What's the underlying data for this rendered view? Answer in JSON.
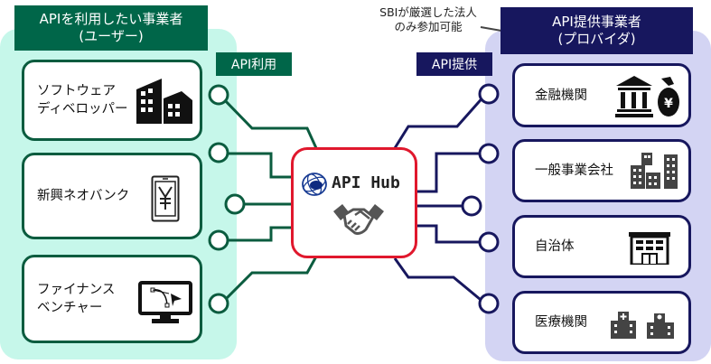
{
  "users_panel": {
    "header_line1": "APIを利用したい事業者",
    "header_line2": "(ユーザー)",
    "tag": "API利用",
    "items": [
      {
        "label_line1": "ソフトウェア",
        "label_line2": "ディベロッパー",
        "icon": "office-building-icon"
      },
      {
        "label_line1": "新興ネオバンク",
        "label_line2": "",
        "icon": "smartphone-yen-icon"
      },
      {
        "label_line1": "ファイナンス",
        "label_line2": "ベンチャー",
        "icon": "monitor-design-icon"
      }
    ]
  },
  "hub": {
    "title": "API Hub",
    "icon": "handshake-icon",
    "logo": "sbi-globe-logo"
  },
  "providers_panel": {
    "header_line1": "API提供事業者",
    "header_line2": "(プロバイダ)",
    "tag": "API提供",
    "note_line1": "SBIが厳選した法人",
    "note_line2": "のみ参加可能",
    "items": [
      {
        "label": "金融機関",
        "icon": "bank-moneybag-icon"
      },
      {
        "label": "一般事業会社",
        "icon": "company-buildings-icon"
      },
      {
        "label": "自治体",
        "icon": "city-hall-icon"
      },
      {
        "label": "医療機関",
        "icon": "hospital-icon"
      }
    ]
  },
  "colors": {
    "user_green": "#006649",
    "user_panel_bg": "#c6f7ea",
    "provider_navy": "#17175e",
    "provider_panel_bg": "#d3d4f3",
    "hub_border_red": "#e0182d"
  }
}
